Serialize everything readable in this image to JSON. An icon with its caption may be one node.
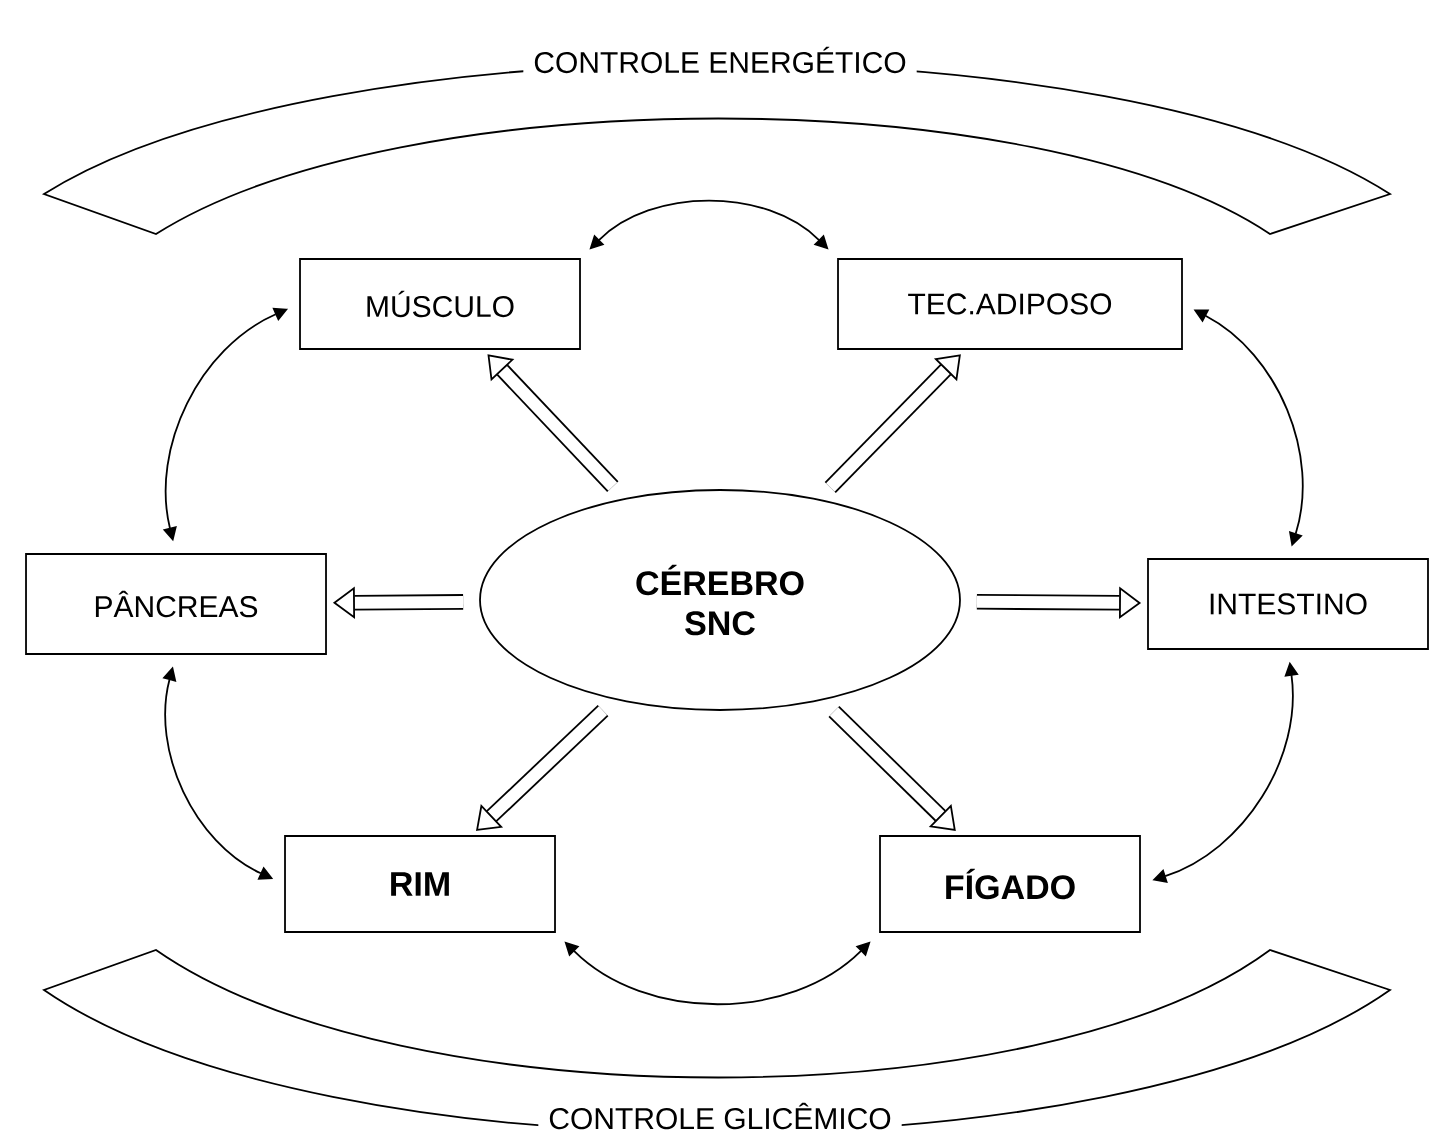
{
  "diagram": {
    "nodes": [
      {
        "text": [
          "CONTROLE ENERGÉTICO"
        ]
      },
      {
        "text": [
          "MÚSCULO"
        ]
      },
      {
        "text": [
          "TEC.ADIPOSO"
        ]
      },
      {
        "text": [
          "PÂNCREAS"
        ]
      },
      {
        "text": [
          "CÉREBRO SNC"
        ]
      },
      {
        "text": [
          "INTESTINO"
        ]
      },
      {
        "text": [
          "RIM"
        ]
      },
      {
        "text": [
          "FÍGADO"
        ]
      },
      {
        "text": [
          "CONTROLE GLICÊMICO"
        ]
      }
    ],
    "edges": [
      {
        "from": 4,
        "to": 1,
        "arrow": "to",
        "style": "thick"
      },
      {
        "from": 4,
        "to": 2,
        "arrow": "to",
        "style": "thick"
      },
      {
        "from": 4,
        "to": 3,
        "arrow": "to",
        "style": "thick"
      },
      {
        "from": 4,
        "to": 5,
        "arrow": "to",
        "style": "thick"
      },
      {
        "from": 4,
        "to": 6,
        "arrow": "to",
        "style": "thick"
      },
      {
        "from": 4,
        "to": 7,
        "arrow": "to",
        "style": "thick"
      },
      {
        "from": 1,
        "to": 2,
        "arrow": "both"
      },
      {
        "from": 1,
        "to": 3,
        "arrow": "both"
      },
      {
        "from": 2,
        "to": 5,
        "arrow": "both"
      },
      {
        "from": 3,
        "to": 6,
        "arrow": "both"
      },
      {
        "from": 5,
        "to": 7,
        "arrow": "both"
      },
      {
        "from": 6,
        "to": 7,
        "arrow": "both"
      }
    ]
  }
}
